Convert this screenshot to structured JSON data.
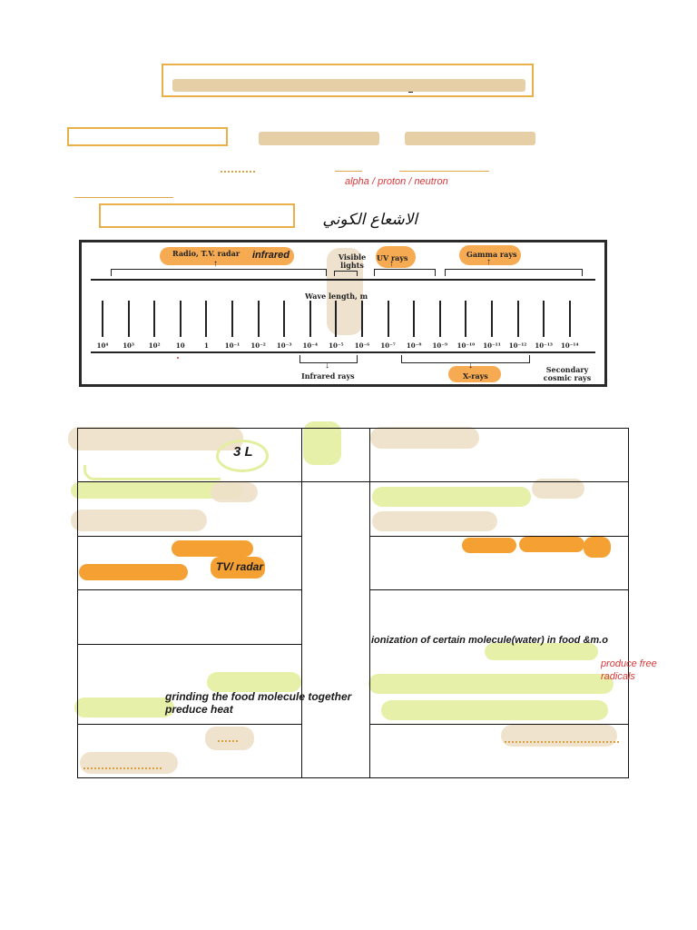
{
  "notes": {
    "particles": "alpha / proton / neutron",
    "produce_free_radicals": "produce free radicals"
  },
  "heading_arabic": "الاشعاع الكوني",
  "spectrum": {
    "top_labels": [
      "Radio, T.V. radar",
      "Visible lights",
      "UV rays",
      "Gamma rays"
    ],
    "wavelength_label": "Wave length, m",
    "ticks": [
      "10⁴",
      "10³",
      "10²",
      "10",
      "1",
      "10⁻¹",
      "10⁻²",
      "10⁻³",
      "10⁻⁴",
      "10⁻⁵",
      "10⁻⁶",
      "10⁻⁷",
      "10⁻⁸",
      "10⁻⁹",
      "10⁻¹⁰",
      "10⁻¹¹",
      "10⁻¹²",
      "10⁻¹³",
      "10⁻¹⁴"
    ],
    "bottom_labels": [
      "Infrared rays",
      "X-rays",
      "Secondary cosmic rays"
    ],
    "annotation_infrared": "infrared"
  },
  "table": {
    "annotation_3l": "3 L",
    "tv_radar": "TV/ radar",
    "ionization": "ionization of certain molecule(water)  in food &m.o",
    "grinding": "grinding the food molecule together preduce heat"
  }
}
